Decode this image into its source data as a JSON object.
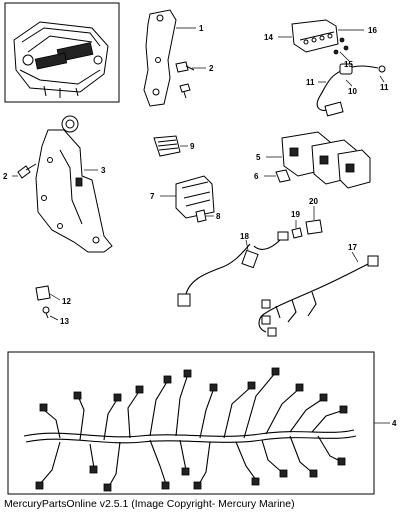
{
  "callouts": {
    "c1": "1",
    "c2a": "2",
    "c2b": "2",
    "c3": "3",
    "c4": "4",
    "c5": "5",
    "c6": "6",
    "c7": "7",
    "c8": "8",
    "c9": "9",
    "c10": "10",
    "c11a": "11",
    "c11b": "11",
    "c12": "12",
    "c13": "13",
    "c14": "14",
    "c15": "15",
    "c16": "16",
    "c17": "17",
    "c18": "18",
    "c19": "19",
    "c20": "20"
  },
  "footer": "MercuryPartsOnline v2.5.1 (Image Copyright- Mercury Marine)"
}
